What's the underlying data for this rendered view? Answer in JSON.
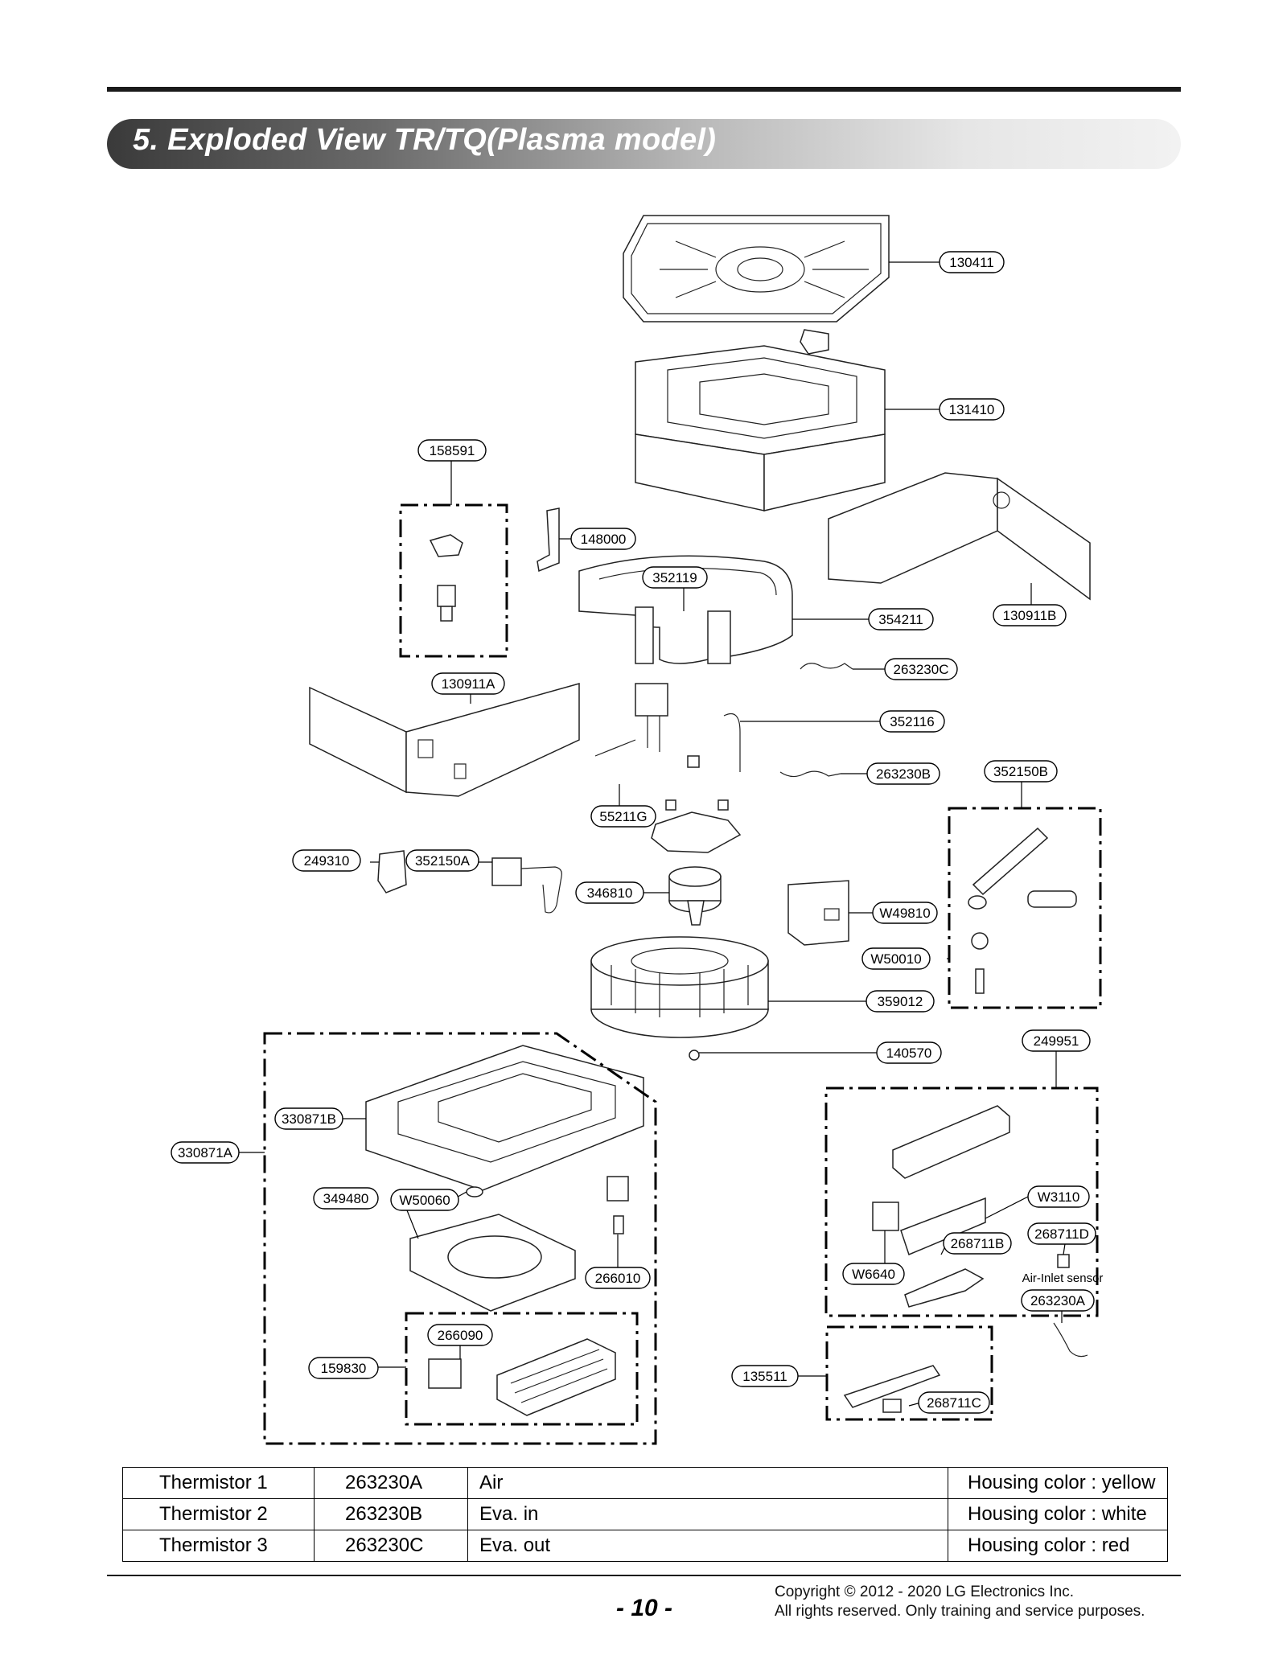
{
  "header": {
    "title": "5. Exploded View TR/TQ(Plasma model)"
  },
  "callouts": [
    "130411",
    "131410",
    "158591",
    "148000",
    "352119",
    "354211",
    "130911B",
    "263230C",
    "130911A",
    "352116",
    "263230B",
    "352150B",
    "55211G",
    "249310",
    "352150A",
    "346810",
    "W49810",
    "W50010",
    "359012",
    "249951",
    "140570",
    "330871B",
    "330871A",
    "349480",
    "W50060",
    "W3110",
    "268711D",
    "268711B",
    "W6640",
    "266010",
    "Air-Inlet sensor",
    "263230A",
    "266090",
    "159830",
    "135511",
    "268711C"
  ],
  "thermistor_table": {
    "rows": [
      [
        "Thermistor 1",
        "263230A",
        "Air",
        "Housing color : yellow"
      ],
      [
        "Thermistor 2",
        "263230B",
        "Eva. in",
        "Housing color : white"
      ],
      [
        "Thermistor 3",
        "263230C",
        "Eva. out",
        "Housing color : red"
      ]
    ]
  },
  "footer": {
    "page_number": "- 10 -",
    "copyright_line1": "Copyright © 2012 - 2020 LG Electronics Inc.",
    "copyright_line2": "All rights reserved. Only training and service purposes."
  }
}
